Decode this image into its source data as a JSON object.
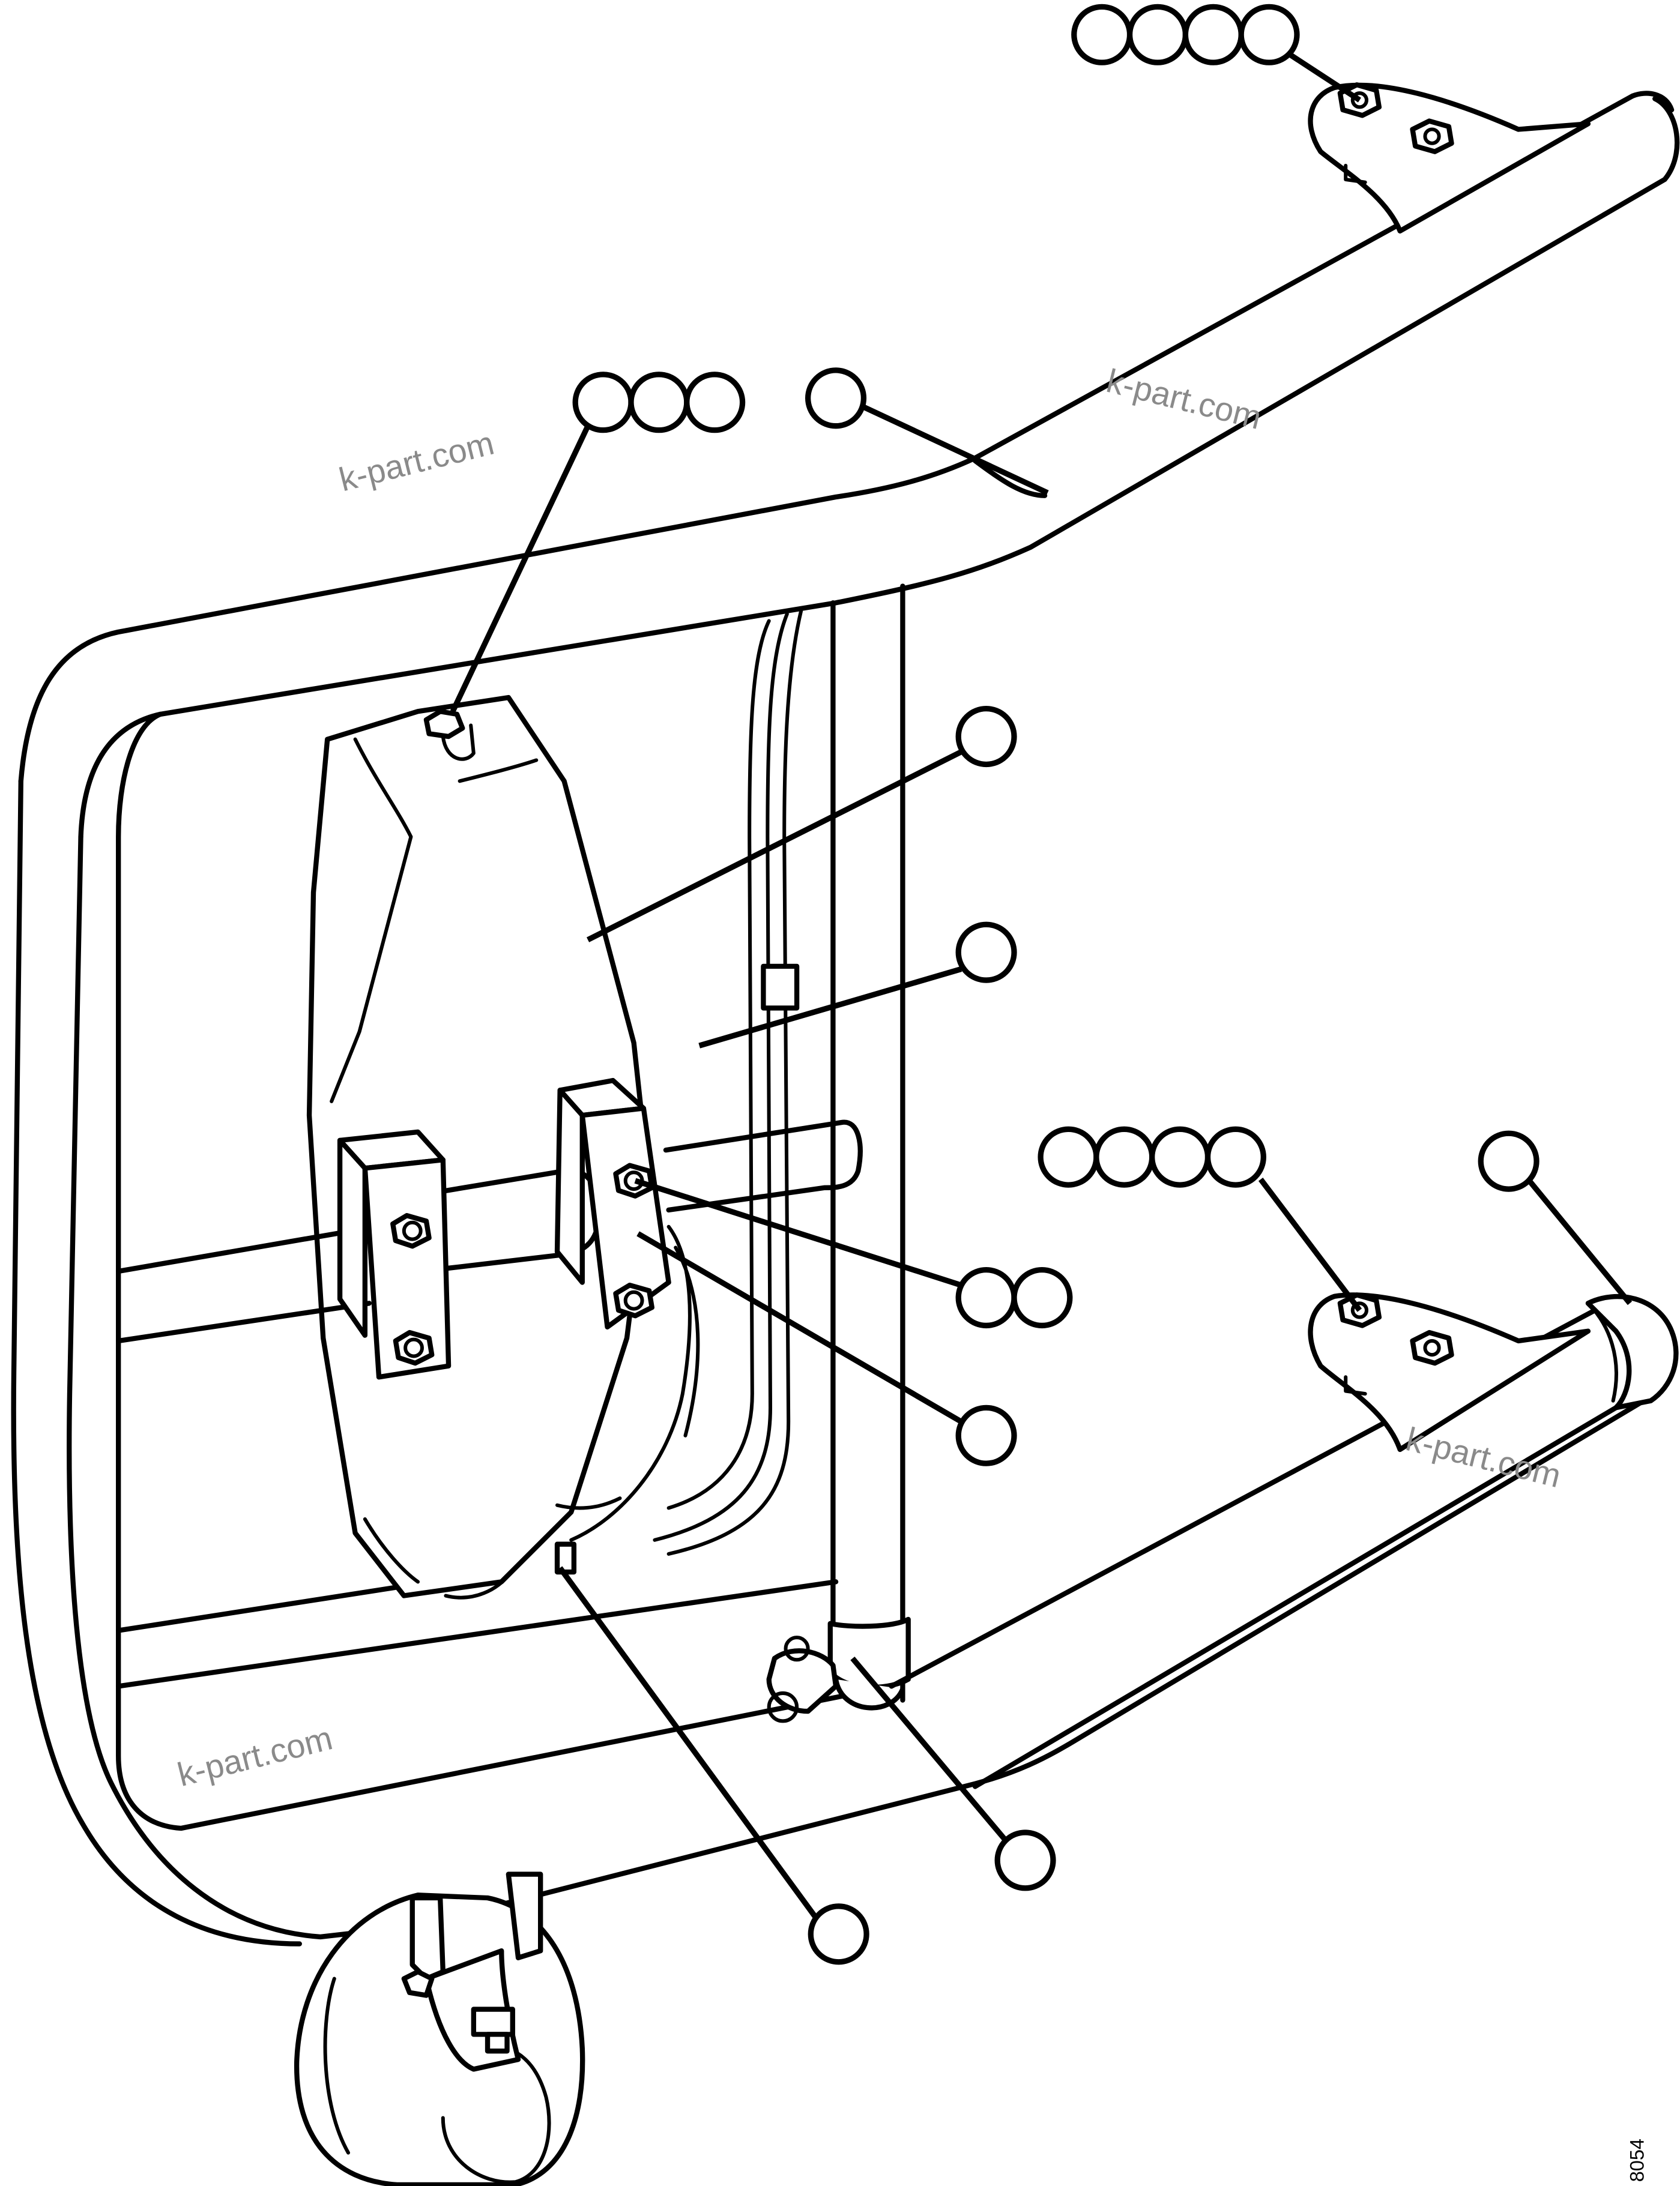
{
  "watermarks": [
    "k-part.com",
    "k-part.com",
    "k-part.com",
    "k-part.com"
  ],
  "drawing_code": "8054",
  "callout_groups": [
    {
      "name": "top-right-bolt-callouts",
      "bubbles": 4
    },
    {
      "name": "top-bolt-callouts",
      "bubbles": 3
    },
    {
      "name": "frame-arm-callout",
      "bubbles": 1
    },
    {
      "name": "mirror-body-callout",
      "bubbles": 1
    },
    {
      "name": "mirror-glass-callout",
      "bubbles": 1
    },
    {
      "name": "right-arm-bolt-callouts",
      "bubbles": 4
    },
    {
      "name": "arm-end-cap-callout",
      "bubbles": 1
    },
    {
      "name": "clamp-bolt-callouts",
      "bubbles": 2
    },
    {
      "name": "clamp-block-callout",
      "bubbles": 1
    },
    {
      "name": "cable-tie-callout",
      "bubbles": 1
    },
    {
      "name": "pipe-clamp-callout",
      "bubbles": 1
    }
  ]
}
